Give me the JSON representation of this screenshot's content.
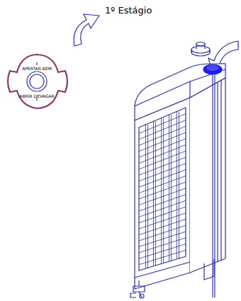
{
  "diagram": {
    "labels": [
      "1º Estágio",
      "APERTAR BEM",
      "ABRIR DEVAGAR"
    ]
  }
}
